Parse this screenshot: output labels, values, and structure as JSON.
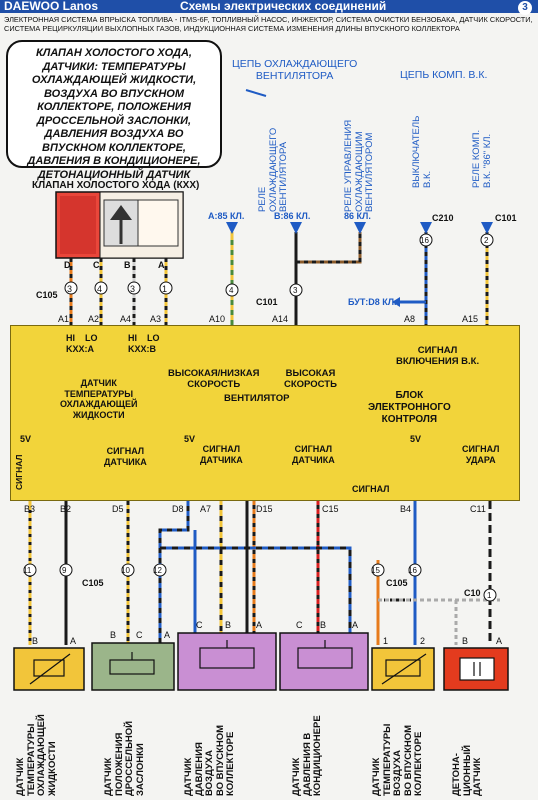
{
  "header": {
    "brand": "DAEWOO Lanos",
    "title": "Схемы электрических соединений",
    "page_number": "3",
    "subtitle": "ЭЛЕКТРОННАЯ СИСТЕМА ВПРЫСКА ТОПЛИВА - ITMS-6F, ТОПЛИВНЫЙ НАСОС, ИНЖЕКТОР, СИСТЕМА ОЧИСТКИ БЕНЗОБАКА, ДАТЧИК СКОРОСТИ, СИСТЕМА РЕЦИРКУЛЯЦИИ ВЫХЛОПНЫХ ГАЗОВ, ИНДУКЦИОННАЯ СИСТЕМА ИЗМЕНЕНИЯ ДЛИНЫ ВПУСКНОГО КОЛЛЕКТОРА"
  },
  "callout": "КЛАПАН ХОЛОСТОГО ХОДА, ДАТЧИКИ: ТЕМПЕРАТУРЫ ОХЛАЖДАЮЩЕЙ ЖИДКОСТИ, ВОЗДУХА ВО ВПУСКНОМ КОЛЛЕКТОРЕ, ПОЛОЖЕНИЯ ДРОССЕЛЬНОЙ ЗАСЛОНКИ, ДАВЛЕНИЯ ВОЗДУХА ВО ВПУСКНОМ КОЛЛЕКТОРЕ, ДАВЛЕНИЯ В КОНДИЦИОНЕРЕ, ДЕТОНАЦИОННЫЙ ДАТЧИК",
  "circuits": {
    "fan": "ЦЕПЬ ОХЛАЖДАЮЩЕГО\nВЕНТИЛЯТОРА",
    "ac": "ЦЕПЬ  КОМП. В.К.",
    "fan_relay": "РЕЛЕ\nОХЛАЖДАЮЩЕГО\nВЕНТИЛЯТОРА",
    "fan_ctrl_relay": "РЕЛЕ УПРАВЛЕНИЯ\nОХЛАЖДАЮЩИМ\nВЕНТИЛЯТОРОМ",
    "ac_switch": "ВЫКЛЮЧАТЕЛЬ\nВ.К.",
    "ac_relay": "РЕЛЕ КОМП.\nВ.К. \"86\" КЛ."
  },
  "idle_valve": {
    "title": "КЛАПАН ХОЛОСТОГО ХОДА (КХХ)",
    "pins": [
      "D",
      "C",
      "B",
      "A"
    ],
    "connector": "C105",
    "connector_pins": [
      "3",
      "4",
      "3",
      "1"
    ]
  },
  "terminals": {
    "a85": "A:85 КЛ.",
    "b86": "B:86 КЛ.",
    "k86": "86 КЛ.",
    "c210": "C210",
    "c101_top": "C101",
    "c101_mid": "C101",
    "but_d8": "БУТ:D8 КЛ.",
    "pin4": "4",
    "pin3": "3",
    "pin16": "16",
    "pin2": "2"
  },
  "ecu": {
    "top_pins": [
      "A1",
      "A2",
      "A4",
      "A3",
      "A10",
      "A14",
      "A8",
      "A15"
    ],
    "kxx_a": "HI    LO\nKXX:A",
    "kxx_b": "HI    LO\nKXX:B",
    "fan_speed_low": "ВЫСОКАЯ/НИЗКАЯ\nСКОРОСТЬ",
    "fan_speed_high": "ВЫСОКАЯ\nСКОРОСТЬ",
    "fan_label": "ВЕНТИЛЯТОР",
    "ac_signal": "СИГНАЛ\nВКЛЮЧЕНИЯ В.К.",
    "block_title": "БЛОК\nЭЛЕКТРОННОГО\nКОНТРОЛЯ",
    "coolant_sensor": "ДАТЧИК\nТЕМПЕРАТУРЫ\nОХЛАЖДАЮЩЕЙ\nЖИДКОСТИ",
    "signal_left": "СИГНАЛ",
    "v5_left": "5V",
    "sensor_signal_1": "СИГНАЛ\nДАТЧИКА",
    "v5_mid": "5V",
    "sensor_signal_2": "СИГНАЛ\nДАТЧИКА",
    "sensor_signal_3": "СИГНАЛ\nДАТЧИКА",
    "v5_right": "5V",
    "signal_right": "СИГНАЛ",
    "knock_signal": "СИГНАЛ\nУДАРА",
    "bottom_pins": [
      "B3",
      "B2",
      "D5",
      "D8",
      "A7",
      "D15",
      "C15",
      "B4",
      "C11"
    ]
  },
  "bottom": {
    "connector_left": "C105",
    "connector_left_pins": [
      "11",
      "9",
      "10",
      "12"
    ],
    "connector_right": "C105",
    "connector_right_pins": [
      "15",
      "16"
    ],
    "c10": "C10",
    "c10_pin": "1",
    "pin_letters": {
      "coolant": [
        "B",
        "A"
      ],
      "throttle": [
        "B",
        "C",
        "A"
      ],
      "map": [
        "C",
        "B",
        "A"
      ],
      "ac_pressure": [
        "C",
        "B",
        "A"
      ],
      "air_temp": [
        "1",
        "2"
      ],
      "knock": [
        "B",
        "A"
      ]
    }
  },
  "sensors": [
    "ДАТЧИК\nТЕМПЕРАТУРЫ\nОХЛАЖДАЮЩЕЙ\nЖИДКОСТИ",
    "ДАТЧИК\nПОЛОЖЕНИЯ\nДРОССЕЛЬНОЙ\nЗАСЛОНКИ",
    "ДАТЧИК\nДАВЛЕНИЯ\nВОЗДУХА\nВО ВПУСКНОМ\nКОЛЛЕКТОРЕ",
    "ДАТЧИК\nДАВЛЕНИЯ В\nКОНДИЦИОНЕРЕ",
    "ДАТЧИК\nТЕМПЕРАТУРЫ\nВОЗДУХА\nВО ВПУСКНОМ\nКОЛЛЕКТОРЕ",
    "ДЕТОНА-\nЦИОННЫЙ\nДАТЧИК"
  ],
  "colors": {
    "header": "#1f4fa8",
    "ecu": "#f2d43a",
    "sensor_yellow": "#f2c53a",
    "sensor_green": "#9bb58a",
    "sensor_purple": "#c98fd3",
    "knock_red": "#e33b1e",
    "wire_blue": "#1f5bc4",
    "wire_orange": "#e77b1c",
    "wire_red": "#d82020"
  }
}
